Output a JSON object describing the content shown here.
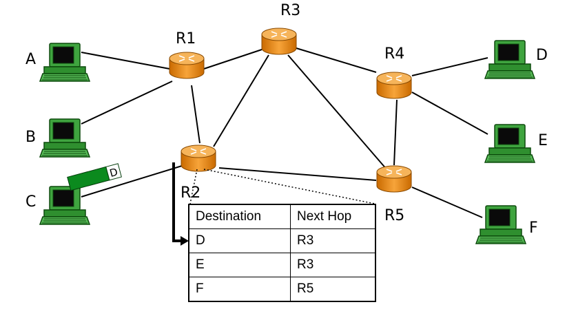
{
  "hosts": [
    "A",
    "B",
    "C",
    "D",
    "E",
    "F"
  ],
  "routers": [
    "R1",
    "R2",
    "R3",
    "R4",
    "R5"
  ],
  "packet": {
    "dest_label": "D",
    "color": "#0b8a1e"
  },
  "router_color": "#f39a1e",
  "host_color": "#2b8a2b",
  "forwarding_table": {
    "headers": {
      "destination": "Destination",
      "next_hop": "Next Hop"
    },
    "rows": [
      {
        "destination": "D",
        "next_hop": "R3"
      },
      {
        "destination": "E",
        "next_hop": "R3"
      },
      {
        "destination": "F",
        "next_hop": "R5"
      }
    ]
  }
}
